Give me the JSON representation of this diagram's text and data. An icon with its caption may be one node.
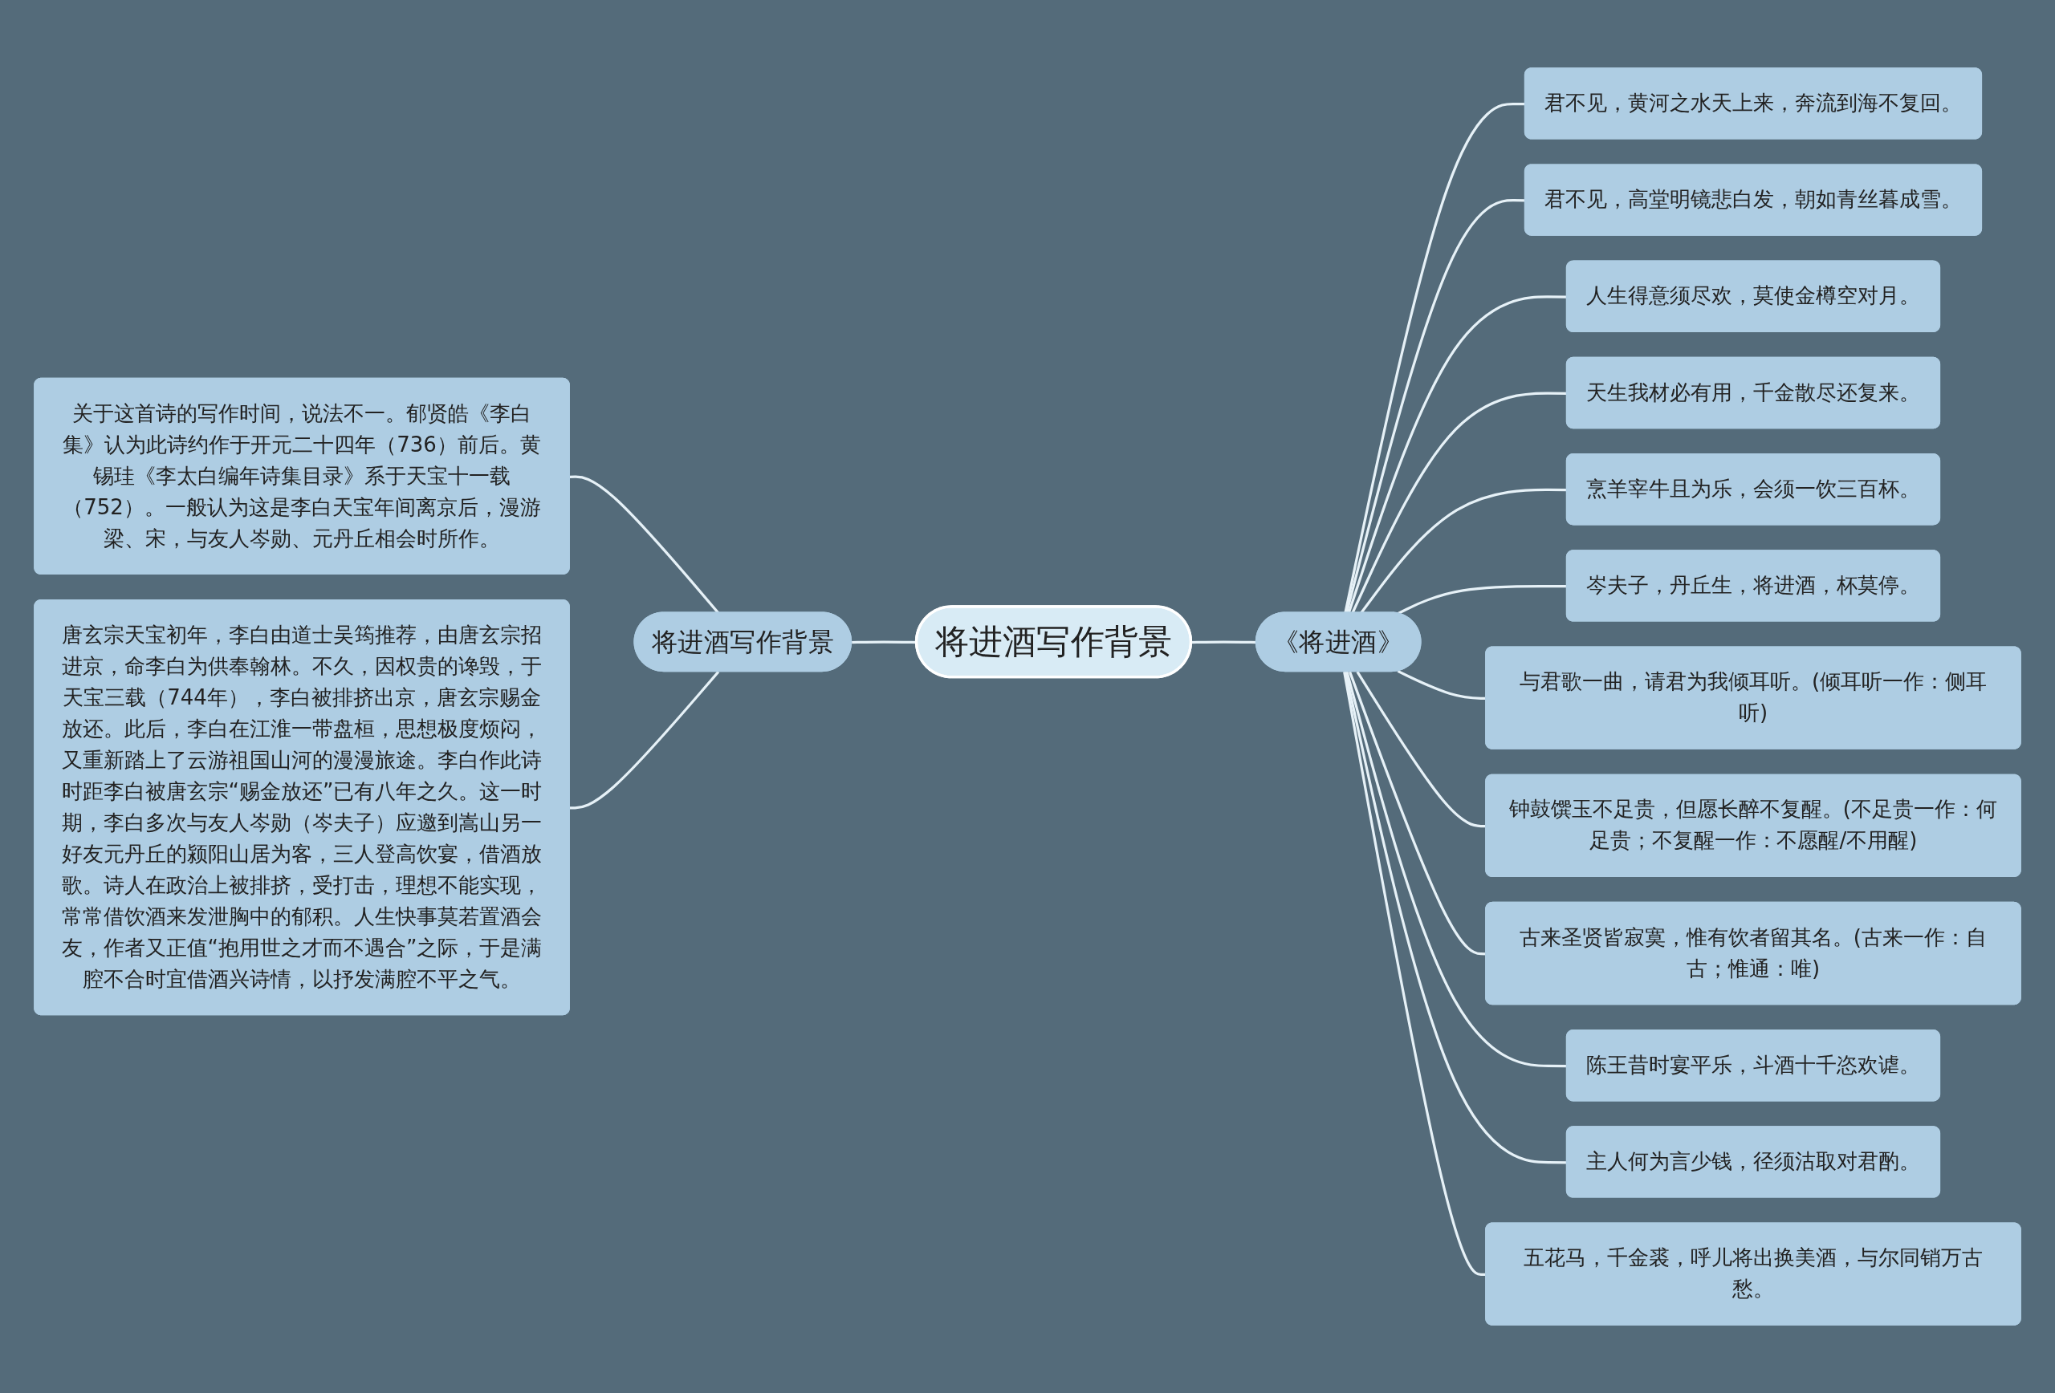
{
  "diagram": {
    "nodes": [
      {
        "text": [
          "将进酒写作背景"
        ]
      },
      {
        "text": [
          "将进酒写作背景"
        ]
      },
      {
        "text": [
          "关于这首诗的写作时间，说法不一。郁贤皓《李白集》认为此诗约作于开元二十四年（736）前后。黄锡珪《李太白编年诗集目录》系于天宝十一载（752）。一般认为这是李白天宝年间离京后，漫游梁、宋，与友人岑勋、元丹丘相会时所作。"
        ]
      },
      {
        "text": [
          "唐玄宗天宝初年，李白由道士吴筠推荐，由唐玄宗招进京，命李白为供奉翰林。不久，因权贵的谗毁，于天宝三载（744年），李白被排挤出京，唐玄宗赐金放还。此后，李白在江淮一带盘桓，思想极度烦闷，又重新踏上了云游祖国山河的漫漫旅途。李白作此诗时距李白被唐玄宗“赐金放还”已有八年之久。这一时期，李白多次与友人岑勋（岑夫子）应邀到嵩山另一好友元丹丘的颍阳山居为客，三人登高饮宴，借酒放歌。诗人在政治上被排挤，受打击，理想不能实现，常常借饮酒来发泄胸中的郁积。人生快事莫若置酒会友，作者又正值“抱用世之才而不遇合”之际，于是满腔不合时宜借酒兴诗情，以抒发满腔不平之气。"
        ]
      },
      {
        "text": [
          "《将进酒》"
        ]
      },
      {
        "text": [
          "君不见，黄河之水天上来，奔流到海不复回。"
        ]
      },
      {
        "text": [
          "君不见，高堂明镜悲白发，朝如青丝暮成雪。"
        ]
      },
      {
        "text": [
          "人生得意须尽欢，莫使金樽空对月。"
        ]
      },
      {
        "text": [
          "天生我材必有用，千金散尽还复来。"
        ]
      },
      {
        "text": [
          "烹羊宰牛且为乐，会须一饮三百杯。"
        ]
      },
      {
        "text": [
          "岑夫子，丹丘生，将进酒，杯莫停。"
        ]
      },
      {
        "text": [
          "与君歌一曲，请君为我倾耳听。(倾耳听一作：侧耳听)"
        ]
      },
      {
        "text": [
          "钟鼓馔玉不足贵，但愿长醉不复醒。(不足贵一作：何足贵；不复醒一作：不愿醒/不用醒)"
        ]
      },
      {
        "text": [
          "古来圣贤皆寂寞，惟有饮者留其名。(古来一作：自古；惟通：唯)"
        ]
      },
      {
        "text": [
          "陈王昔时宴平乐，斗酒十千恣欢谑。"
        ]
      },
      {
        "text": [
          "主人何为言少钱，径须沽取对君酌。"
        ]
      },
      {
        "text": [
          "五花马，千金裘，呼儿将出换美酒，与尔同销万古愁。"
        ]
      }
    ],
    "edges": [
      {
        "from": 0,
        "to": 1,
        "arrow": "none"
      },
      {
        "from": 1,
        "to": 2,
        "arrow": "none"
      },
      {
        "from": 1,
        "to": 3,
        "arrow": "none"
      },
      {
        "from": 0,
        "to": 4,
        "arrow": "none"
      },
      {
        "from": 4,
        "to": 5,
        "arrow": "none"
      },
      {
        "from": 4,
        "to": 6,
        "arrow": "none"
      },
      {
        "from": 4,
        "to": 7,
        "arrow": "none"
      },
      {
        "from": 4,
        "to": 8,
        "arrow": "none"
      },
      {
        "from": 4,
        "to": 9,
        "arrow": "none"
      },
      {
        "from": 4,
        "to": 10,
        "arrow": "none"
      },
      {
        "from": 4,
        "to": 11,
        "arrow": "none"
      },
      {
        "from": 4,
        "to": 12,
        "arrow": "none"
      },
      {
        "from": 4,
        "to": 13,
        "arrow": "none"
      },
      {
        "from": 4,
        "to": 14,
        "arrow": "none"
      },
      {
        "from": 4,
        "to": 15,
        "arrow": "none"
      },
      {
        "from": 4,
        "to": 16,
        "arrow": "none"
      }
    ]
  }
}
